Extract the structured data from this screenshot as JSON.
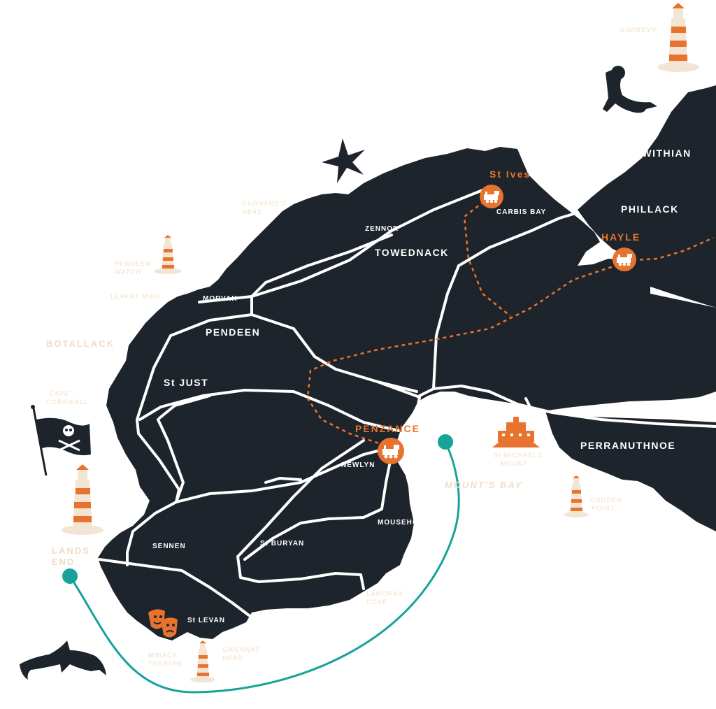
{
  "colors": {
    "land": "#1e242b",
    "road": "#ffffff",
    "rail": "#e8732f",
    "ferry": "#17a39a",
    "sea_label": "#f1ddc6",
    "accent": "#e8732f"
  },
  "places": {
    "st_ives": "St Ives",
    "carbis_bay": "CARBIS BAY",
    "gwithian": "GWITHIAN",
    "phillack": "PHILLACK",
    "hayle": "HAYLE",
    "zennor": "ZENNOR",
    "towednack": "TOWEDNACK",
    "morvah": "MORVAH",
    "pendeen": "PENDEEN",
    "st_just": "St JUST",
    "penzance": "PENZANCE",
    "newlyn": "NEWLYN",
    "mousehole": "MOUSEHOLE",
    "st_buryan": "St BURYAN",
    "sennen": "SENNEN",
    "st_levan": "St LEVAN",
    "perranuthnoe": "PERRANUTHNOE"
  },
  "coast_labels": {
    "godrevy": "GODREVY",
    "gurnards_head_1": "GURNARD'S",
    "gurnards_head_2": "HEAD",
    "pendeen_watch_1": "PENDEEN",
    "pendeen_watch_2": "WATCH",
    "levant_mine": "LEVANT MINE",
    "botallack": "BOTALLACK",
    "cape_cornwall_1": "CAPE",
    "cape_cornwall_2": "CORNWALL",
    "lands_end_1": "LANDS",
    "lands_end_2": "END",
    "minack_theatre_1": "MINACK",
    "minack_theatre_2": "THEATRE",
    "gwennap_head_1": "GWENNAP",
    "gwennap_head_2": "HEAD",
    "lamorna_cove_1": "LAMORNA",
    "lamorna_cove_2": "COVE",
    "st_michaels_mount_1": "St MICHAELS",
    "st_michaels_mount_2": "MOUNT",
    "mounts_bay": "MOUNT'S BAY",
    "cudden_point_1": "CUDDEN",
    "cudden_point_2": "POINT"
  },
  "icons": [
    "train-icon",
    "lighthouse-icon",
    "seal-icon",
    "starfish-icon",
    "pirate-flag-icon",
    "dolphin-icon",
    "theatre-masks-icon",
    "castle-icon",
    "ferry-stop-icon"
  ]
}
